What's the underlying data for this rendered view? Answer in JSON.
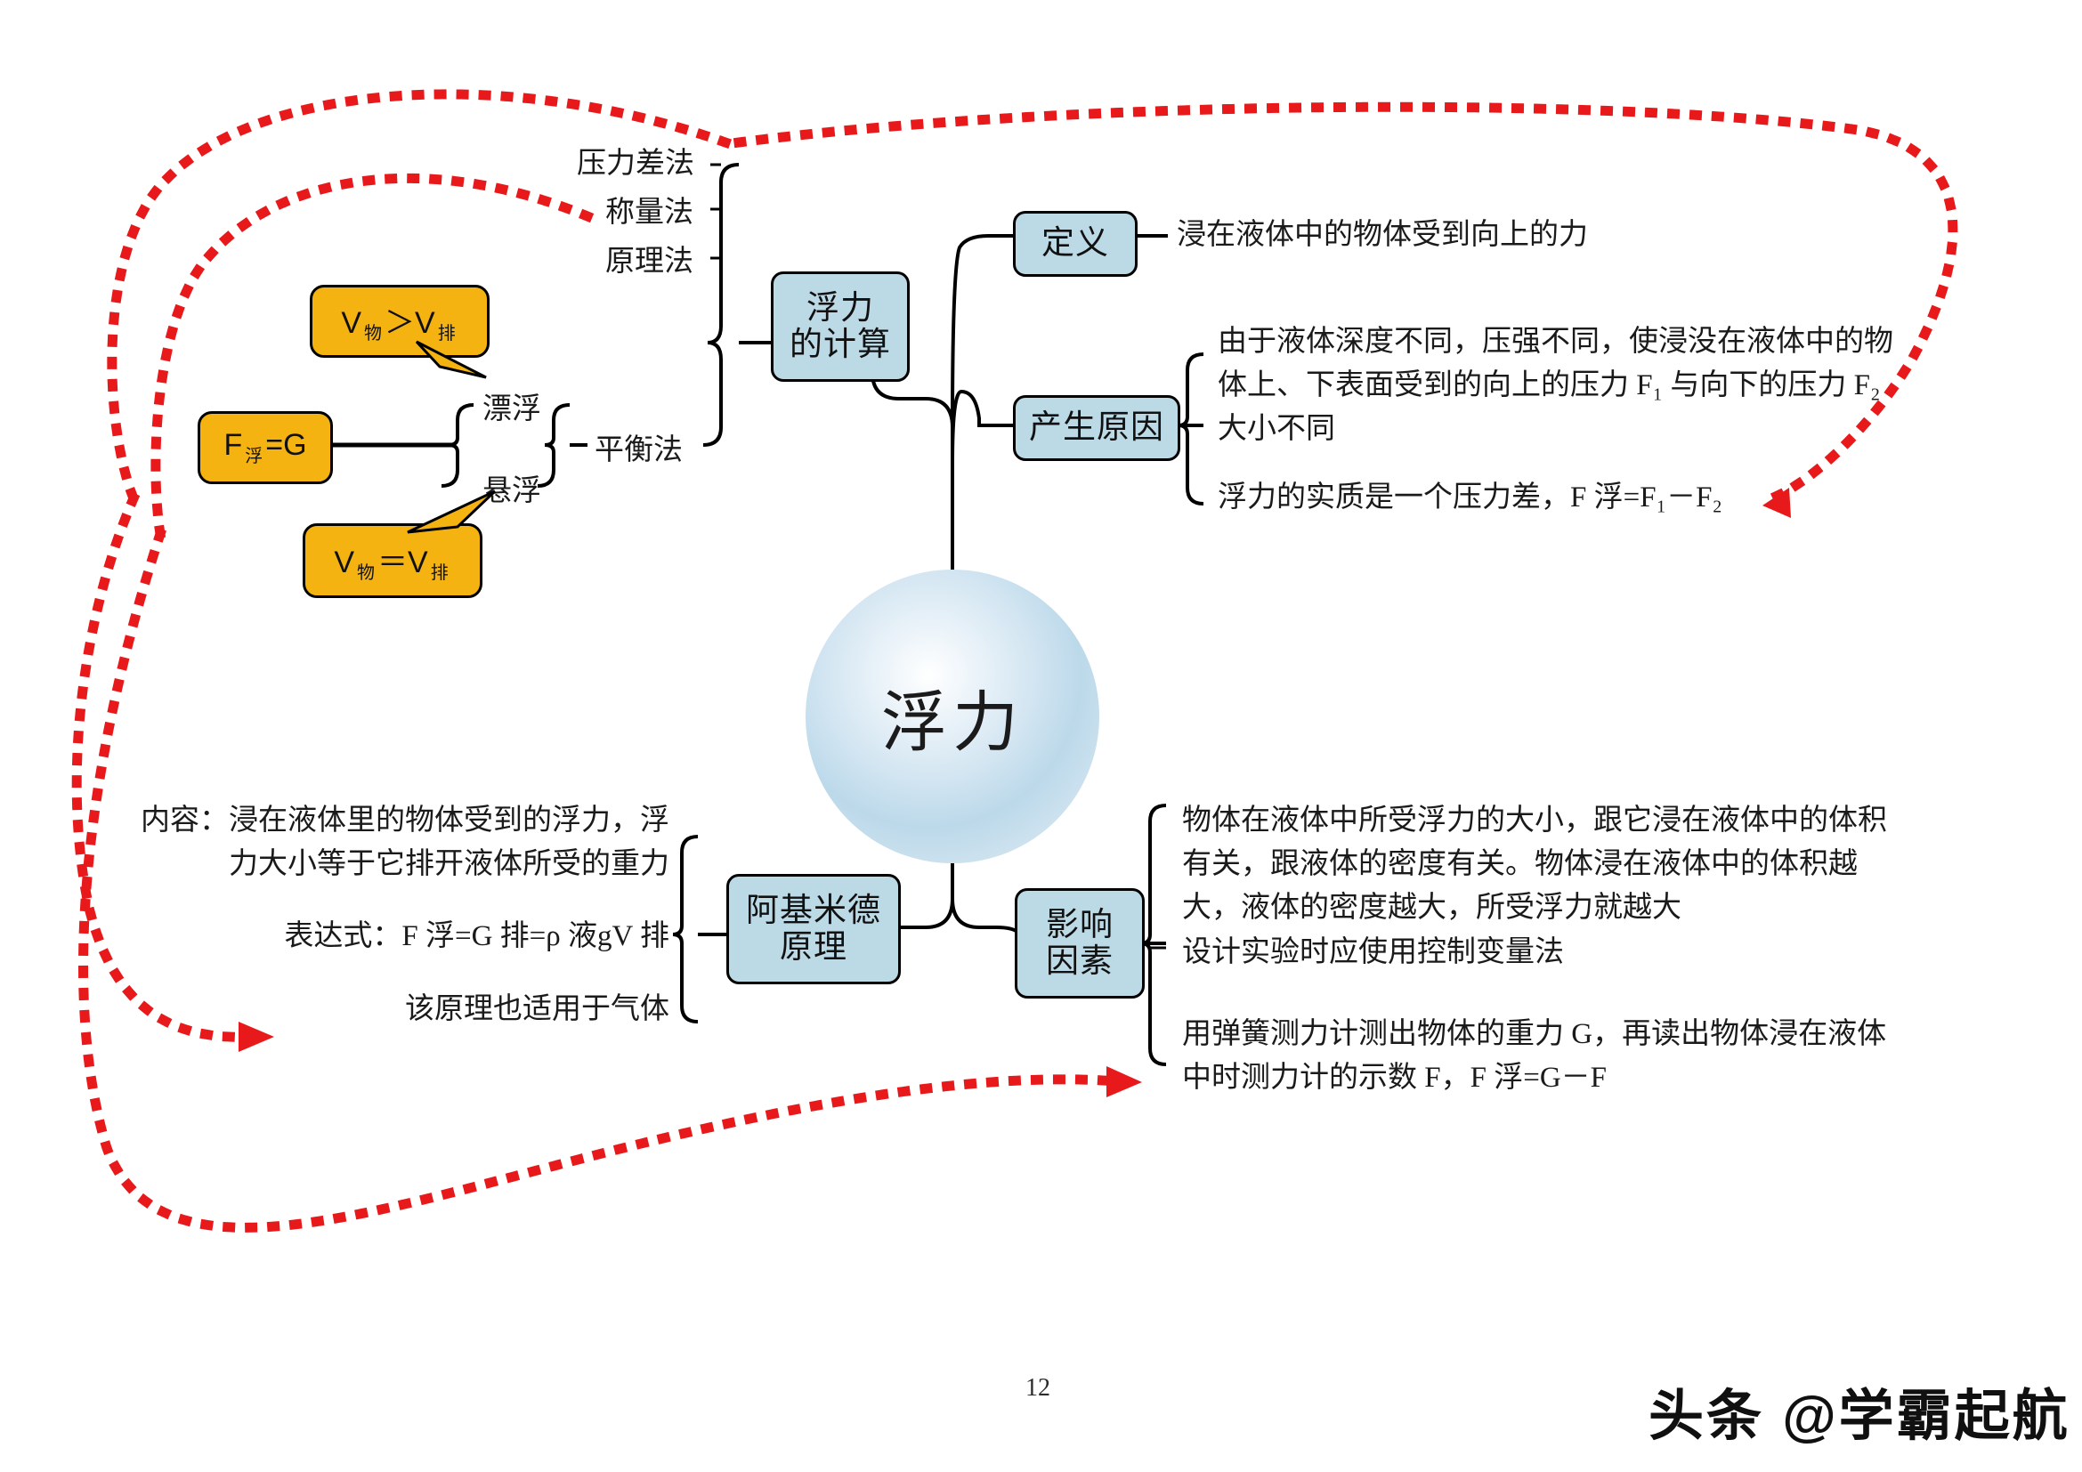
{
  "page": {
    "number": "12",
    "watermark": "头条 @学霸起航",
    "bg_color": "#ffffff"
  },
  "colors": {
    "node_blue_fill": "#bcd9e6",
    "node_yellow_fill": "#f5b312",
    "connector": "#000000",
    "annotation_red": "#e8191b",
    "core_blue": "#bcd9ea"
  },
  "center": {
    "label": "浮力"
  },
  "branches": {
    "calculation": {
      "node_label_line1": "浮力",
      "node_label_line2": "的计算",
      "methods": [
        {
          "label": "压力差法"
        },
        {
          "label": "称量法"
        },
        {
          "label": "原理法"
        },
        {
          "label": "平衡法"
        }
      ],
      "balance_states": [
        {
          "label": "漂浮"
        },
        {
          "label": "悬浮"
        }
      ],
      "formula_box": {
        "main": "F",
        "sub": "浮",
        "tail": "=G"
      },
      "callout_top": {
        "left": "V",
        "left_sub": "物",
        "op": "＞",
        "right": "V",
        "right_sub": "排"
      },
      "callout_bottom": {
        "left": "V",
        "left_sub": "物",
        "op": "＝",
        "right": "V",
        "right_sub": "排"
      }
    },
    "definition": {
      "node_label": "定义",
      "text": "浸在液体中的物体受到向上的力"
    },
    "cause": {
      "node_label": "产生原因",
      "items": [
        "由于液体深度不同，压强不同，使浸没在液体中的物体上、下表面受到的向上的压力 F₁ 与向下的压力 F₂ 大小不同",
        "浮力的实质是一个压力差，F 浮=F₁－F₂"
      ]
    },
    "archimedes": {
      "node_label_line1": "阿基米德",
      "node_label_line2": "原理",
      "items": [
        "内容：浸在液体里的物体受到的浮力，浮力大小等于它排开液体所受的重力",
        "表达式：F 浮=G 排=ρ 液gV 排",
        "该原理也适用于气体"
      ]
    },
    "factors": {
      "node_label_line1": "影响",
      "node_label_line2": "因素",
      "items": [
        "物体在液体中所受浮力的大小，跟它浸在液体中的体积有关，跟液体的密度有关。物体浸在液体中的体积越大，液体的密度越大，所受浮力就越大",
        "设计实验时应使用控制变量法",
        "用弹簧测力计测出物体的重力 G，再读出物体浸在液体中时测力计的示数 F，F 浮=G－F"
      ]
    }
  }
}
